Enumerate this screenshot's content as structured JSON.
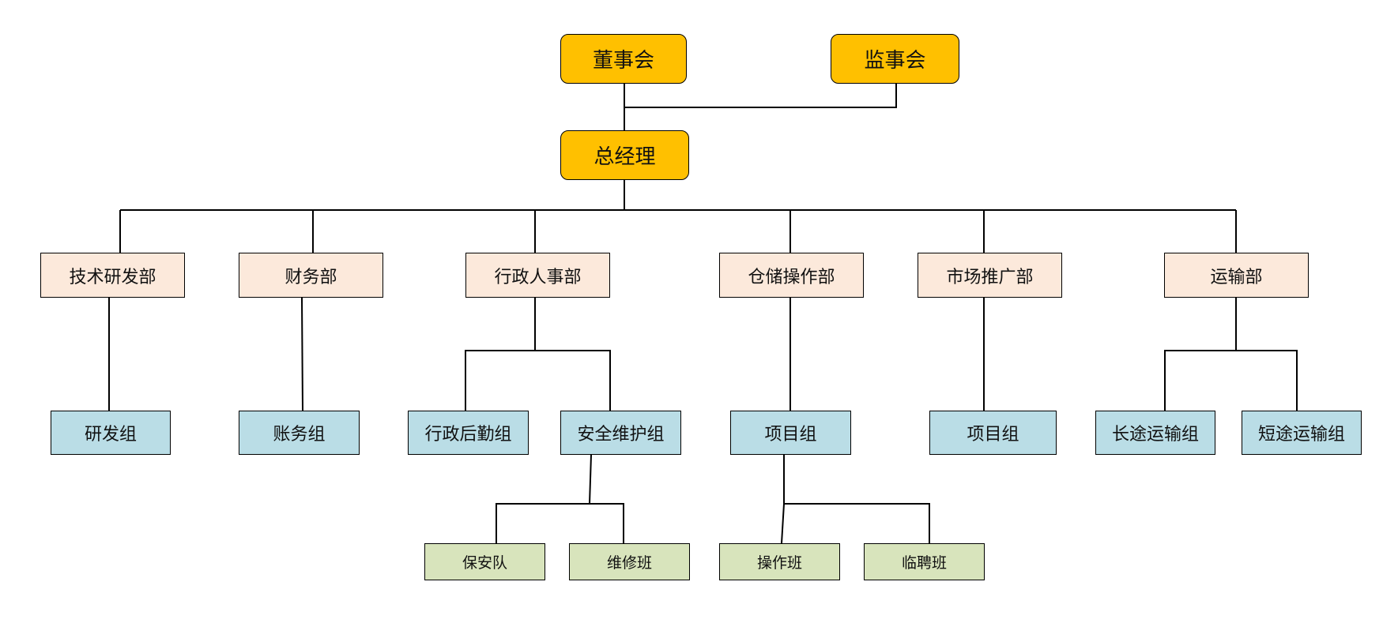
{
  "org": {
    "board": "董事会",
    "supervisors": "监事会",
    "gm": "总经理",
    "departments": {
      "rnd": "技术研发部",
      "finance": "财务部",
      "admin": "行政人事部",
      "warehouse": "仓储操作部",
      "marketing": "市场推广部",
      "transport": "运输部"
    },
    "groups": {
      "rnd_group": "研发组",
      "accounts_group": "账务组",
      "admin_logistics": "行政后勤组",
      "security_maintenance": "安全维护组",
      "warehouse_project": "项目组",
      "marketing_project": "项目组",
      "long_haul": "长途运输组",
      "short_haul": "短途运输组"
    },
    "teams": {
      "security_team": "保安队",
      "repair_team": "维修班",
      "operations_team": "操作班",
      "temp_team": "临聘班"
    }
  },
  "colors": {
    "top": "#FFC000",
    "department": "#FCE9DB",
    "group": "#BADDE6",
    "team": "#D8E4BC",
    "line": "#000000"
  }
}
